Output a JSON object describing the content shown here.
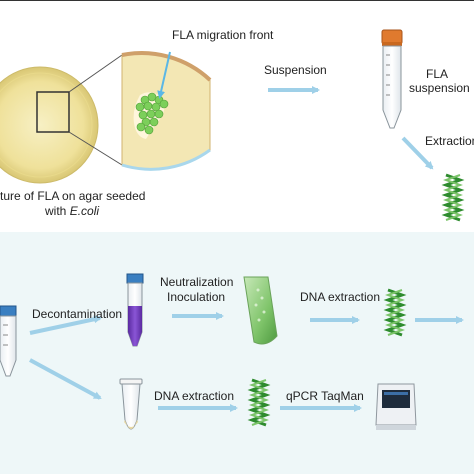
{
  "top": {
    "migration_front": "FLA migration front",
    "suspension": "Suspension",
    "fla_suspension_line1": "FLA",
    "fla_suspension_line2": "suspension",
    "extraction": "Extraction",
    "culture_line1": "ture of FLA on agar seeded",
    "culture_line2_prefix": "with ",
    "culture_line2_italic": "E.coli"
  },
  "bottom": {
    "decontamination": "Decontamination",
    "neutralization": "Neutralization",
    "inoculation": "Inoculation",
    "dna_extraction_1": "DNA extraction",
    "dna_extraction_2": "DNA extraction",
    "qpcr": "qPCR TaqMan"
  },
  "colors": {
    "arrow": "#9fd0e8",
    "dna_green": "#2e8b2e",
    "cap_orange": "#e07a2e",
    "cap_blue": "#3a7fc1",
    "liquid_purple": "#7a3fc0",
    "agar": "#f1e6a6",
    "amoeba_green": "#7ccf5a",
    "bottom_panel": "#eef7f8"
  }
}
